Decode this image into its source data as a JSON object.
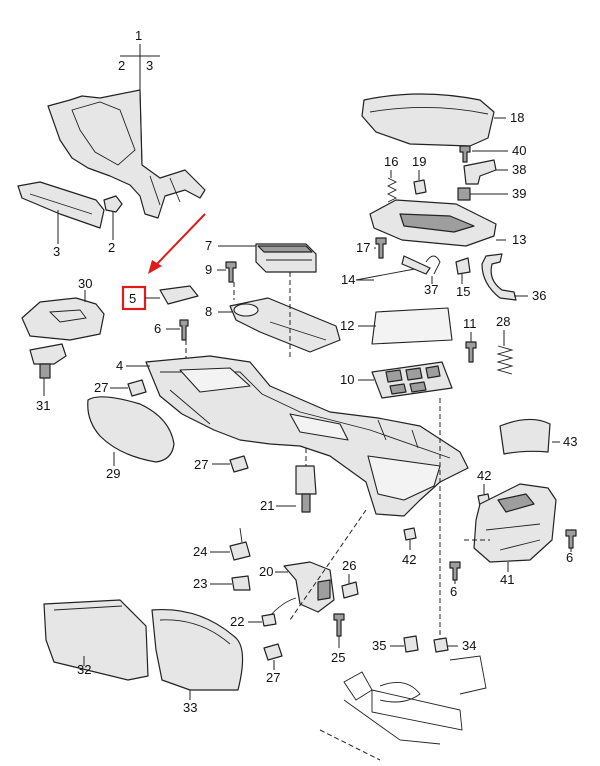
{
  "diagram": {
    "highlight_color": "#e01b1b",
    "highlighted_part": "5",
    "parts": {
      "p1": "1",
      "p2": "2",
      "p3": "3",
      "p4": "4",
      "p5": "5",
      "p6": "6",
      "p7": "7",
      "p8": "8",
      "p9": "9",
      "p10": "10",
      "p11": "11",
      "p12": "12",
      "p13": "13",
      "p14": "14",
      "p15": "15",
      "p16": "16",
      "p17": "17",
      "p18": "18",
      "p19": "19",
      "p20": "20",
      "p21": "21",
      "p22": "22",
      "p23": "23",
      "p24": "24",
      "p25": "25",
      "p26": "26",
      "p27": "27",
      "p28": "28",
      "p29": "29",
      "p30": "30",
      "p31": "31",
      "p32": "32",
      "p33": "33",
      "p34": "34",
      "p35": "35",
      "p36": "36",
      "p37": "37",
      "p38": "38",
      "p39": "39",
      "p40": "40",
      "p41": "41",
      "p42": "42",
      "p43": "43"
    }
  }
}
